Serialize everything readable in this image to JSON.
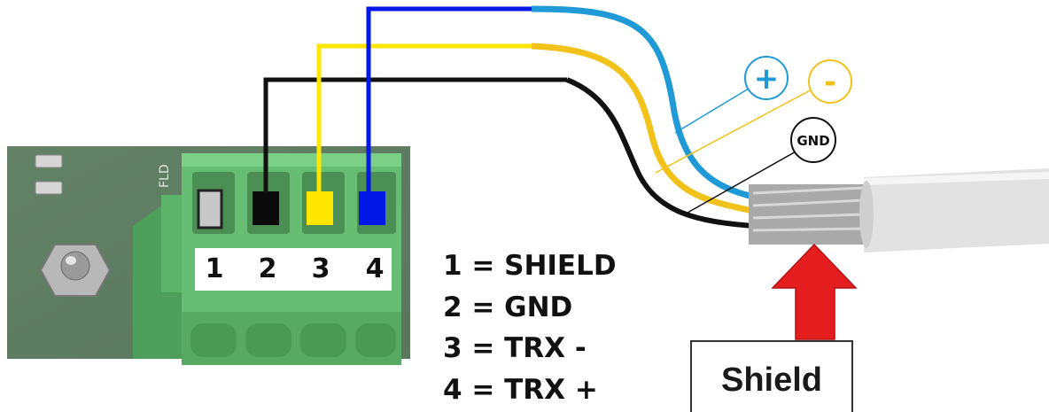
{
  "connector": {
    "terminal_numbers": [
      "1",
      "2",
      "3",
      "4"
    ],
    "side_label": "FLD"
  },
  "legend": [
    "1 = SHIELD",
    "2 = GND",
    "3 = TRX -",
    "4 = TRX +"
  ],
  "wires": [
    {
      "name": "blue",
      "color": "#0017e6",
      "terminal": "4"
    },
    {
      "name": "yellow",
      "color": "#ffe600",
      "terminal": "3"
    },
    {
      "name": "black",
      "color": "#111111",
      "terminal": "2"
    }
  ],
  "cable_colors": {
    "blue": "#1f9ad6",
    "yellow": "#f2c21b",
    "black": "#111111",
    "jacket": "#e2e2e2",
    "shield": "#a9a9a9"
  },
  "callouts": {
    "plus": {
      "text": "+",
      "color": "#1f9ad6"
    },
    "minus": {
      "text": "-",
      "color": "#f2c21b"
    },
    "gnd": {
      "text": "GND",
      "color": "#111111"
    }
  },
  "shield_label": "Shield",
  "arrow_color": "#e41e1e"
}
